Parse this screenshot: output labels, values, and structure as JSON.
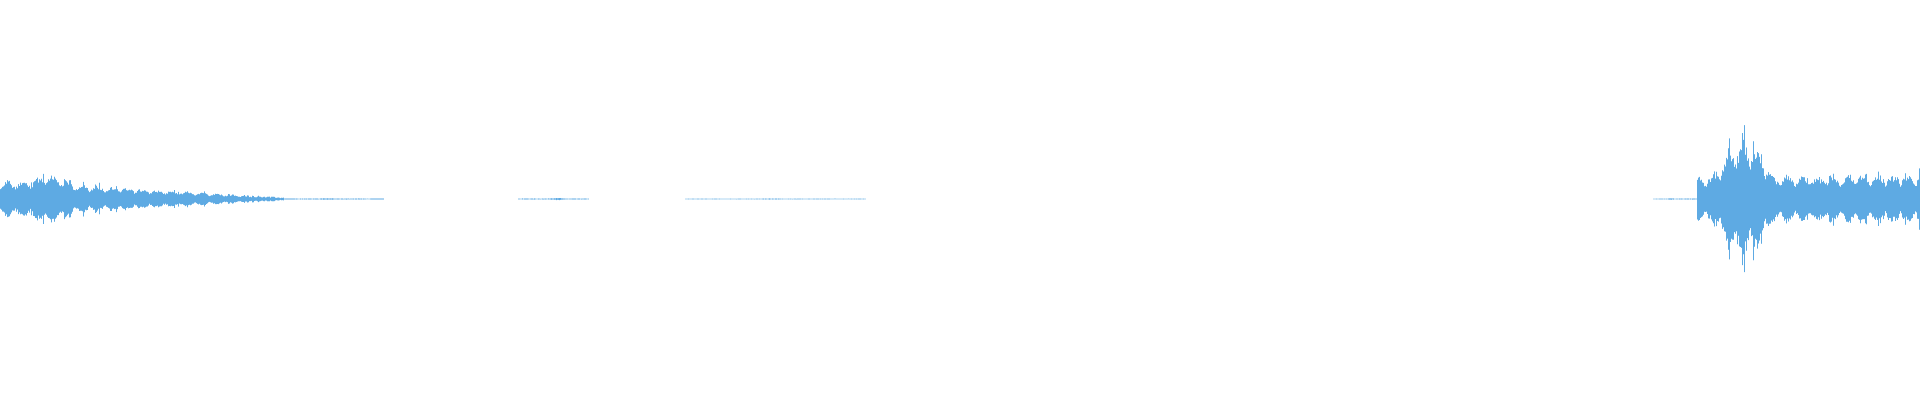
{
  "waveform": {
    "color": "#5eaae3",
    "background": "#ffffff",
    "duration_fraction_segments": [
      {
        "start": 0.0,
        "end": 0.148,
        "envelope_start": 0.15,
        "envelope_end": 0.01,
        "peak_at": 0.025,
        "peak_amp": 0.19
      },
      {
        "start": 0.154,
        "end": 0.193,
        "envelope_start": 0.004,
        "envelope_end": 0.004,
        "peak_at": 0.17,
        "peak_amp": 0.006
      },
      {
        "start": 0.27,
        "end": 0.307,
        "envelope_start": 0.004,
        "envelope_end": 0.004,
        "peak_at": 0.29,
        "peak_amp": 0.008
      },
      {
        "start": 0.357,
        "end": 0.451,
        "envelope_start": 0.003,
        "envelope_end": 0.003,
        "peak_at": 0.4,
        "peak_amp": 0.004
      },
      {
        "start": 0.861,
        "end": 0.884,
        "envelope_start": 0.003,
        "envelope_end": 0.004,
        "peak_at": 0.87,
        "peak_amp": 0.005
      },
      {
        "start": 0.884,
        "end": 1.0,
        "envelope_start": 0.18,
        "envelope_end": 0.2,
        "peak_at": 0.908,
        "peak_amp": 0.47
      }
    ]
  }
}
